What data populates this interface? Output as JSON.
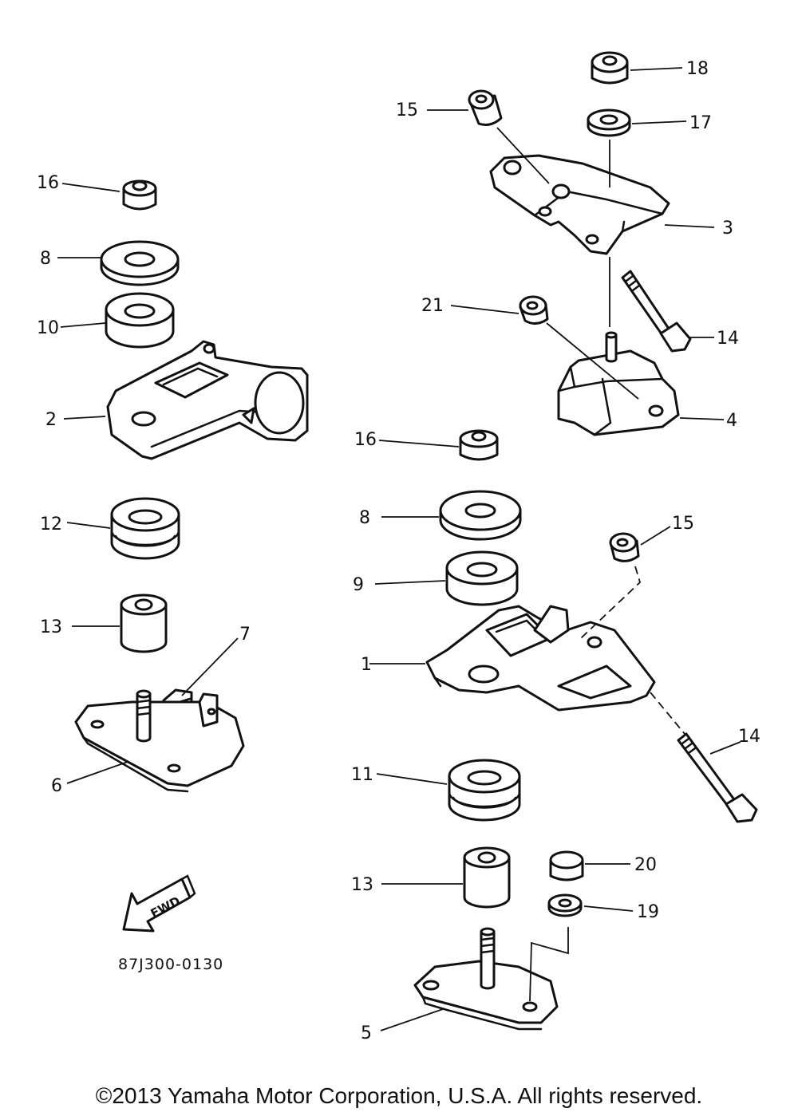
{
  "callouts": {
    "c1": "1",
    "c2": "2",
    "c3": "3",
    "c4": "4",
    "c5": "5",
    "c6": "6",
    "c7": "7",
    "c8a": "8",
    "c8b": "8",
    "c9": "9",
    "c10": "10",
    "c11": "11",
    "c12": "12",
    "c13a": "13",
    "c13b": "13",
    "c14a": "14",
    "c14b": "14",
    "c15a": "15",
    "c15b": "15",
    "c16a": "16",
    "c16b": "16",
    "c17": "17",
    "c18": "18",
    "c19": "19",
    "c20": "20",
    "c21": "21"
  },
  "fwd_label": "FWD",
  "diagram_code": "87J300-0130",
  "copyright": "©2013 Yamaha Motor Corporation, U.S.A. All rights reserved."
}
